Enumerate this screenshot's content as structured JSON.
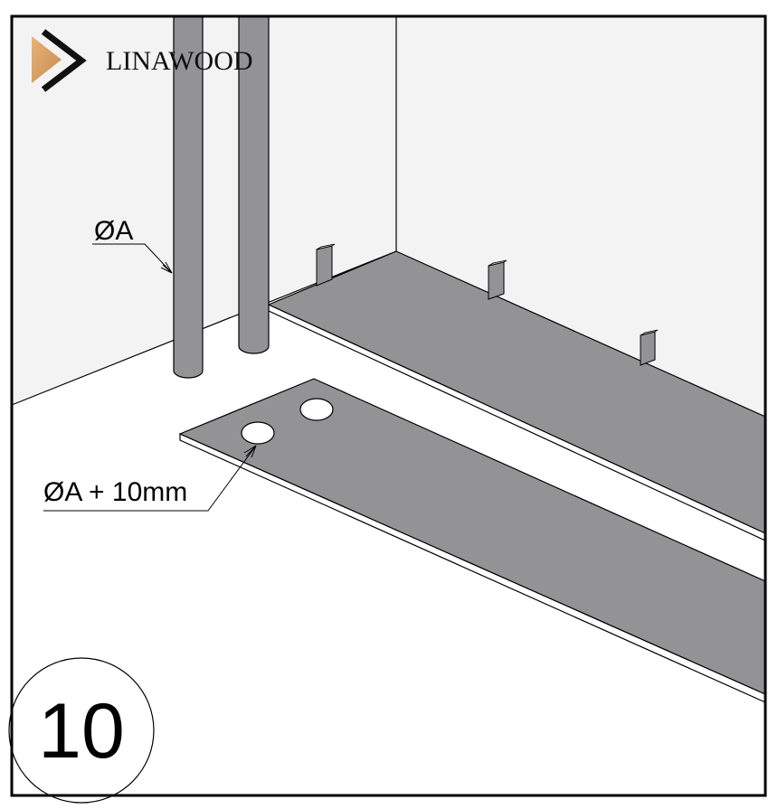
{
  "brand": {
    "name": "LINAWOOD"
  },
  "labels": {
    "pipe_diameter": "ØA",
    "hole_diameter": "ØA + 10mm"
  },
  "step": {
    "number": "10"
  },
  "colors": {
    "wall": "#f3f3f3",
    "floor": "#ffffff",
    "board": "#939395",
    "logo_wood": "#d9a060"
  }
}
